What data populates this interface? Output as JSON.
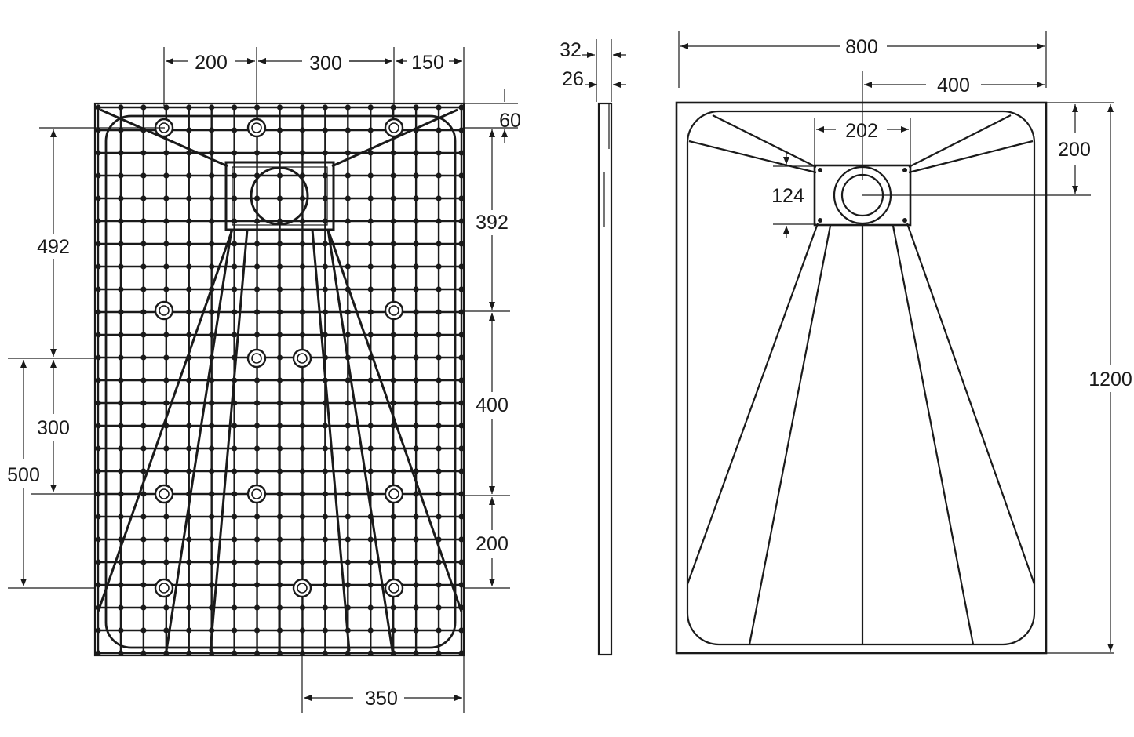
{
  "drawing": {
    "underside_view": {
      "dims": {
        "top_a": "200",
        "top_b": "300",
        "top_c": "150",
        "right_top": "60",
        "right_392": "392",
        "right_400": "400",
        "right_200": "200",
        "left_492": "492",
        "left_300": "300",
        "left_500": "500",
        "bottom_350": "350"
      }
    },
    "side_view": {
      "dims": {
        "thickness_total": "32",
        "thickness_edge": "26"
      }
    },
    "top_view": {
      "dims": {
        "width": "800",
        "drain_offset": "400",
        "drain_width": "202",
        "drain_height": "124",
        "drain_from_top": "200",
        "length": "1200"
      }
    }
  }
}
